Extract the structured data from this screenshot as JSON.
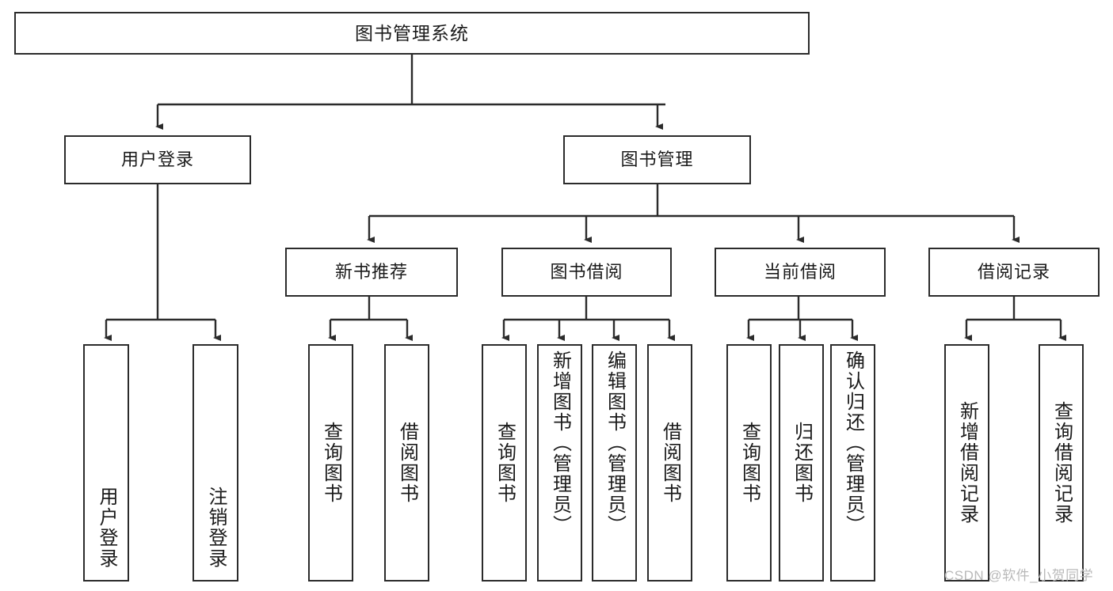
{
  "diagram": {
    "title": "图书管理系统",
    "type": "hierarchy-tree",
    "colors": {
      "box_border": "#2b2b2b",
      "box_fill": "#ffffff",
      "connector": "#2b2b2b",
      "background": "#ffffff",
      "watermark": "#b9b9b9"
    },
    "nodes": {
      "root": {
        "label": "图书管理系统"
      },
      "level2": [
        {
          "label": "用户登录"
        },
        {
          "label": "图书管理"
        }
      ],
      "level3": [
        {
          "label": "新书推荐"
        },
        {
          "label": "图书借阅"
        },
        {
          "label": "当前借阅"
        },
        {
          "label": "借阅记录"
        }
      ],
      "leaves": {
        "user_login": [
          {
            "label": "用户登录"
          },
          {
            "label": "注销登录"
          }
        ],
        "new_book_recommend": [
          {
            "label": "查询图书"
          },
          {
            "label": "借阅图书"
          }
        ],
        "book_borrow": [
          {
            "label": "查询图书"
          },
          {
            "label": "新增图书（管理员）"
          },
          {
            "label": "编辑图书（管理员）"
          },
          {
            "label": "借阅图书"
          }
        ],
        "current_borrow": [
          {
            "label": "查询图书"
          },
          {
            "label": "归还图书"
          },
          {
            "label": "确认归还（管理员）"
          }
        ],
        "borrow_records": [
          {
            "label": "新增借阅记录"
          },
          {
            "label": "查询借阅记录"
          }
        ]
      }
    },
    "watermark": "CSDN @软件_小贺同学"
  }
}
